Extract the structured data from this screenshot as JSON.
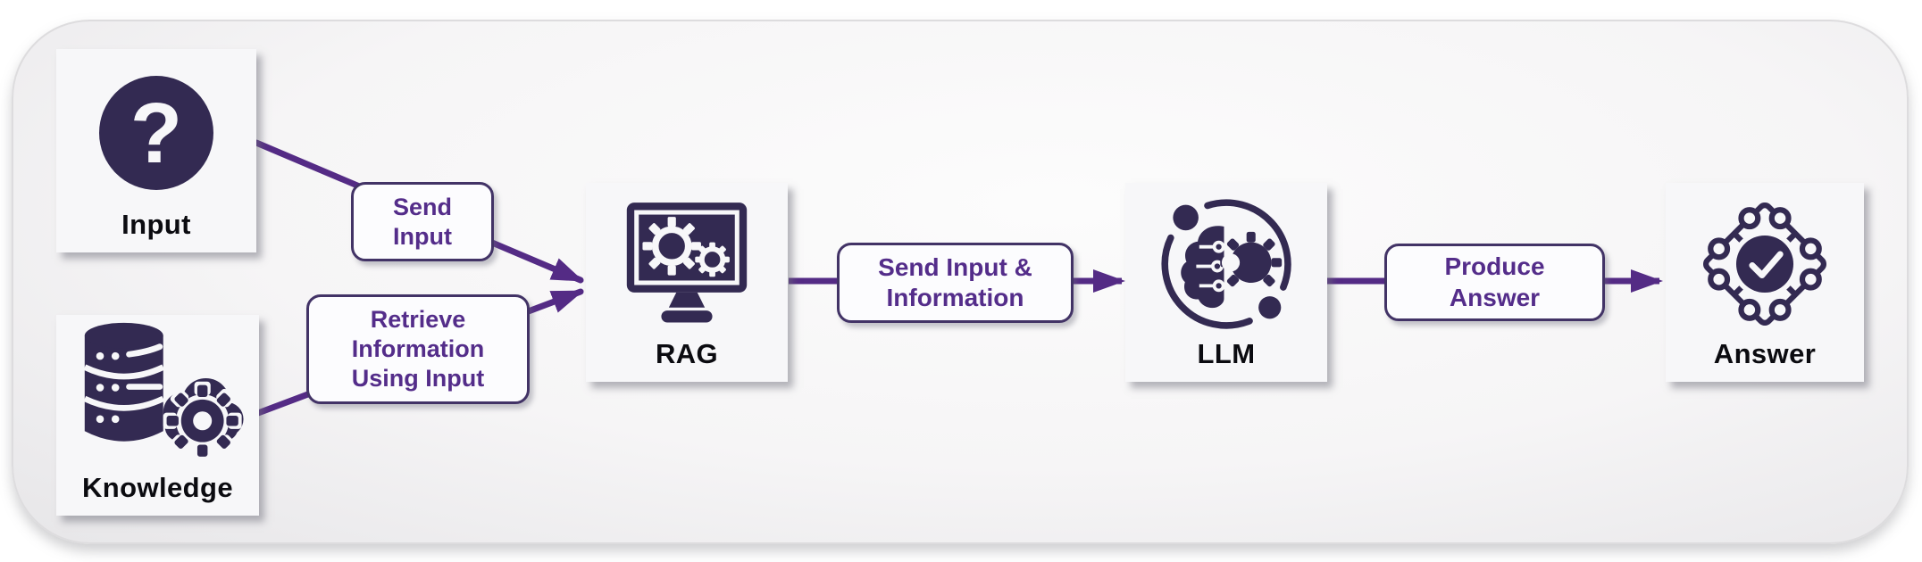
{
  "colors": {
    "arrow_purple": "#542b85",
    "icon_dark": "#332a52",
    "edge_label_text": "#542d8a",
    "edge_label_border": "#423366",
    "node_label_text": "#0b0b10",
    "card_background": "#f7f7f9",
    "panel_background": "#f4f3f5"
  },
  "nodes": [
    {
      "id": "input",
      "label": "Input",
      "icon": "question-circle-icon"
    },
    {
      "id": "knowledge",
      "label": "Knowledge",
      "icon": "database-gear-icon"
    },
    {
      "id": "rag",
      "label": "RAG",
      "icon": "monitor-gears-icon"
    },
    {
      "id": "llm",
      "label": "LLM",
      "icon": "brain-gear-icon"
    },
    {
      "id": "answer",
      "label": "Answer",
      "icon": "puzzle-check-icon"
    }
  ],
  "edges": [
    {
      "from": "input",
      "to": "rag",
      "label": "Send\nInput"
    },
    {
      "from": "knowledge",
      "to": "rag",
      "label": "Retrieve\nInformation\nUsing Input"
    },
    {
      "from": "rag",
      "to": "llm",
      "label": "Send Input &\nInformation"
    },
    {
      "from": "llm",
      "to": "answer",
      "label": "Produce\nAnswer"
    }
  ]
}
